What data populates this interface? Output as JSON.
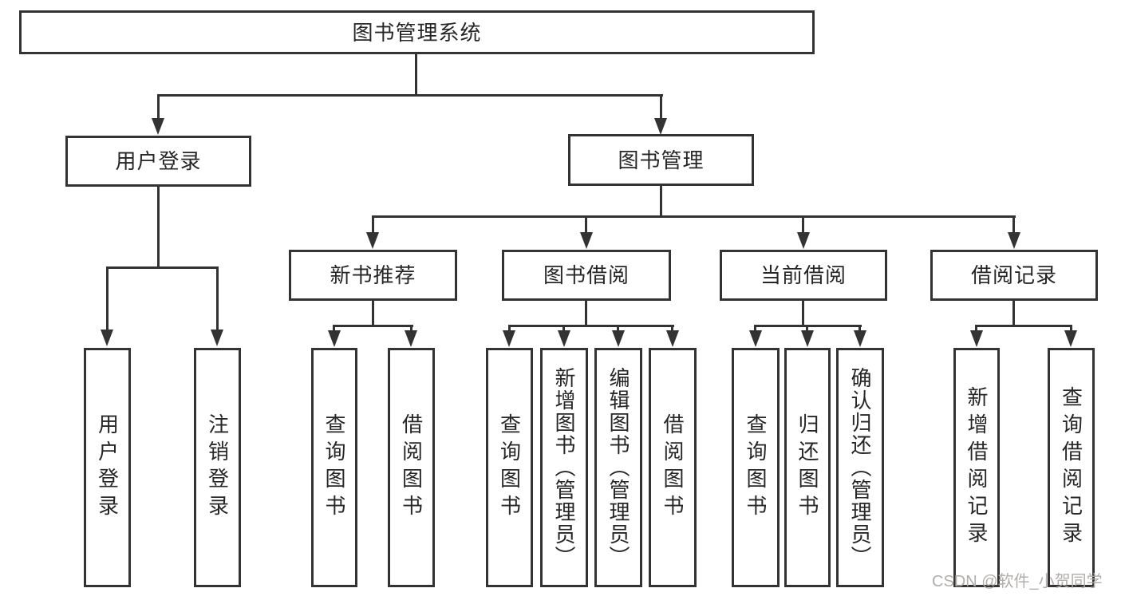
{
  "diagram": {
    "title": "图书管理系统",
    "level2": {
      "user_login": "用户登录",
      "book_mgmt": "图书管理"
    },
    "level3": {
      "new_book": "新书推荐",
      "book_borrow": "图书借阅",
      "current_borrow": "当前借阅",
      "borrow_records": "借阅记录"
    },
    "leaves": {
      "user_login": "用户登录",
      "logout": "注销登录",
      "nb_query": "查询图书",
      "nb_borrow": "借阅图书",
      "bb_query": "查询图书",
      "bb_add": "新增图书（管理员）",
      "bb_edit": "编辑图书（管理员）",
      "bb_borrow": "借阅图书",
      "cb_query": "查询图书",
      "cb_return": "归还图书",
      "cb_confirm": "确认归还（管理员）",
      "br_add": "新增借阅记录",
      "br_query": "查询借阅记录"
    }
  },
  "watermark": "CSDN @软件_小贺同学",
  "colors": {
    "line": "#333333",
    "text": "#262626",
    "watermark": "#aca9a6",
    "background": "#ffffff"
  }
}
